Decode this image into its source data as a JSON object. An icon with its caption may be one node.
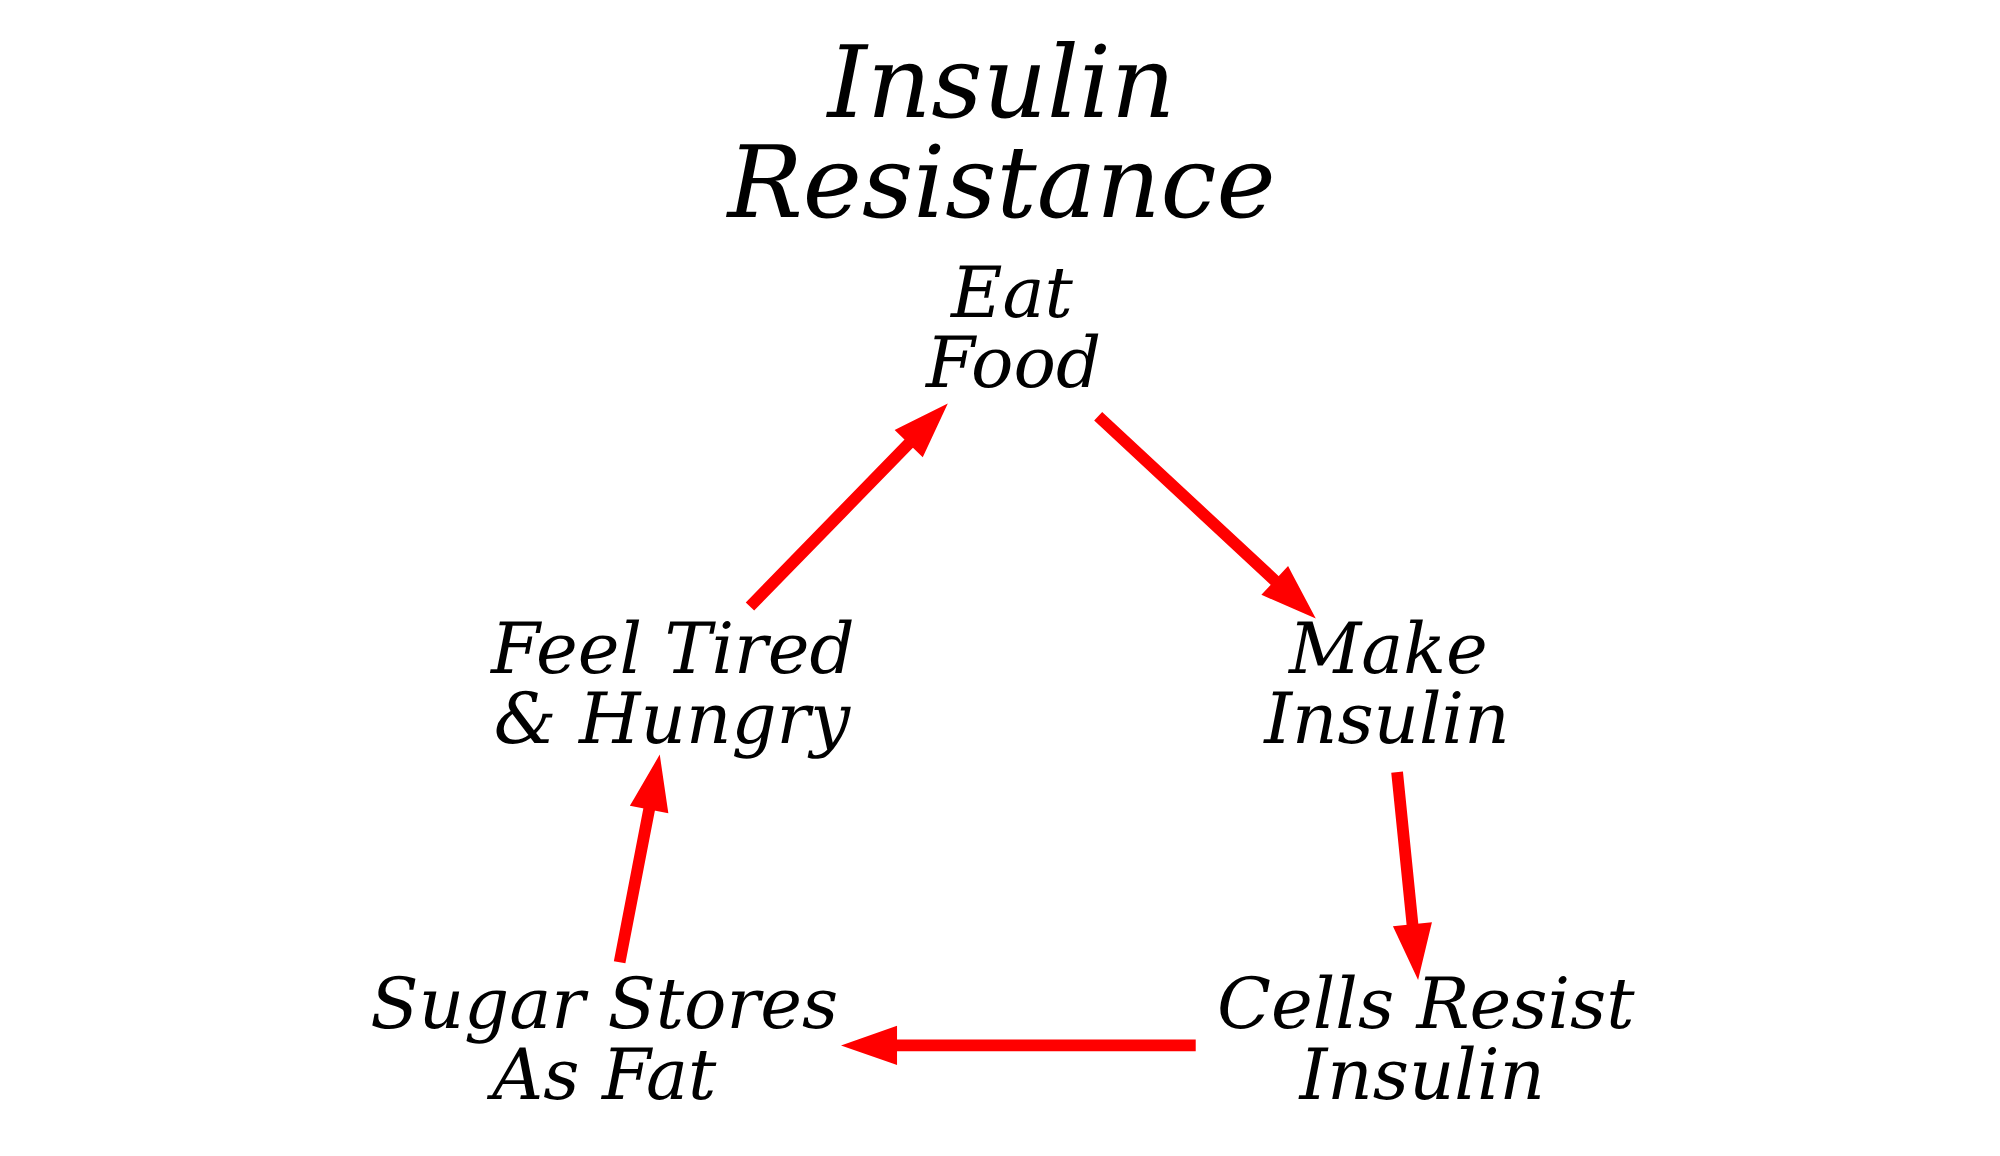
{
  "diagram": {
    "title": "Insulin Resistance",
    "nodes": [
      {
        "text": [
          "Eat Food"
        ]
      },
      {
        "text": [
          "Feel Tired & Hungry"
        ]
      },
      {
        "text": [
          "Make Insulin"
        ]
      },
      {
        "text": [
          "Sugar Stores As Fat"
        ]
      },
      {
        "text": [
          "Cells Resist Insulin"
        ]
      }
    ],
    "edges": [
      {
        "from": 0,
        "to": 2,
        "arrow": "to"
      },
      {
        "from": 2,
        "to": 4,
        "arrow": "to"
      },
      {
        "from": 4,
        "to": 3,
        "arrow": "to"
      },
      {
        "from": 3,
        "to": 1,
        "arrow": "to"
      },
      {
        "from": 1,
        "to": 0,
        "arrow": "to"
      }
    ]
  }
}
